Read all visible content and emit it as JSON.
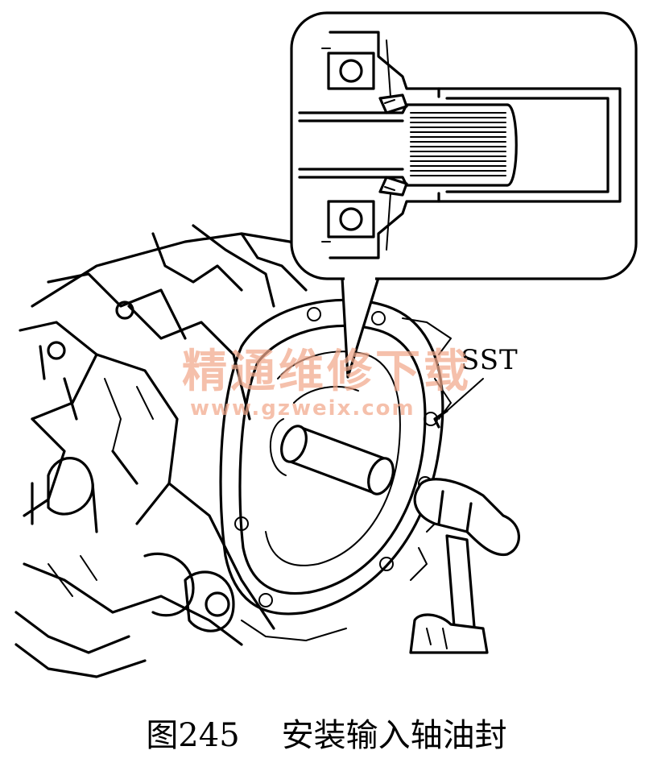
{
  "diagram": {
    "callout_label": "SST",
    "watermark_text": "精通维修下载",
    "watermark_url": "www.gzweix.com",
    "watermark_color": "#f2a98c"
  },
  "caption": {
    "number": "图245",
    "title": "安装输入轴油封"
  }
}
